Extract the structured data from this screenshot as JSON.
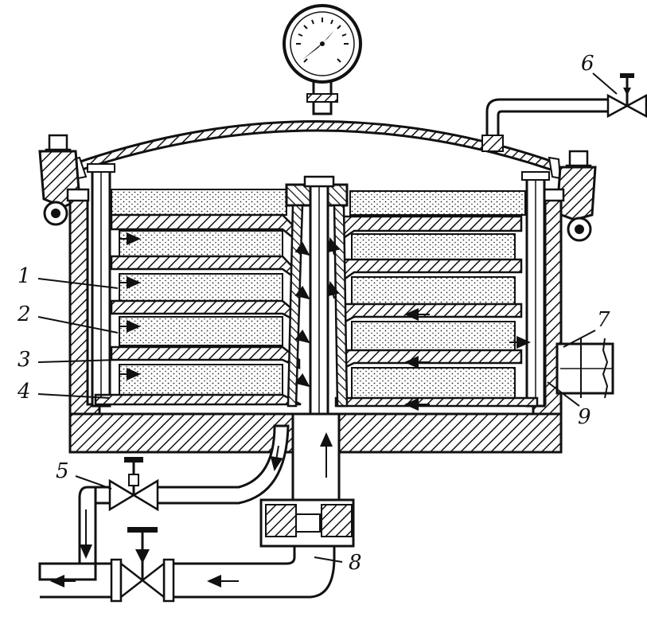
{
  "labels": [
    {
      "id": "1",
      "text": "1"
    },
    {
      "id": "2",
      "text": "2"
    },
    {
      "id": "3",
      "text": "3"
    },
    {
      "id": "4",
      "text": "4"
    },
    {
      "id": "5",
      "text": "5"
    },
    {
      "id": "6",
      "text": "6"
    },
    {
      "id": "7",
      "text": "7"
    },
    {
      "id": "8",
      "text": "8"
    },
    {
      "id": "9",
      "text": "9"
    }
  ],
  "colors": {
    "ink": "#111111",
    "paper": "#ffffff",
    "fill": "#ffffff"
  }
}
